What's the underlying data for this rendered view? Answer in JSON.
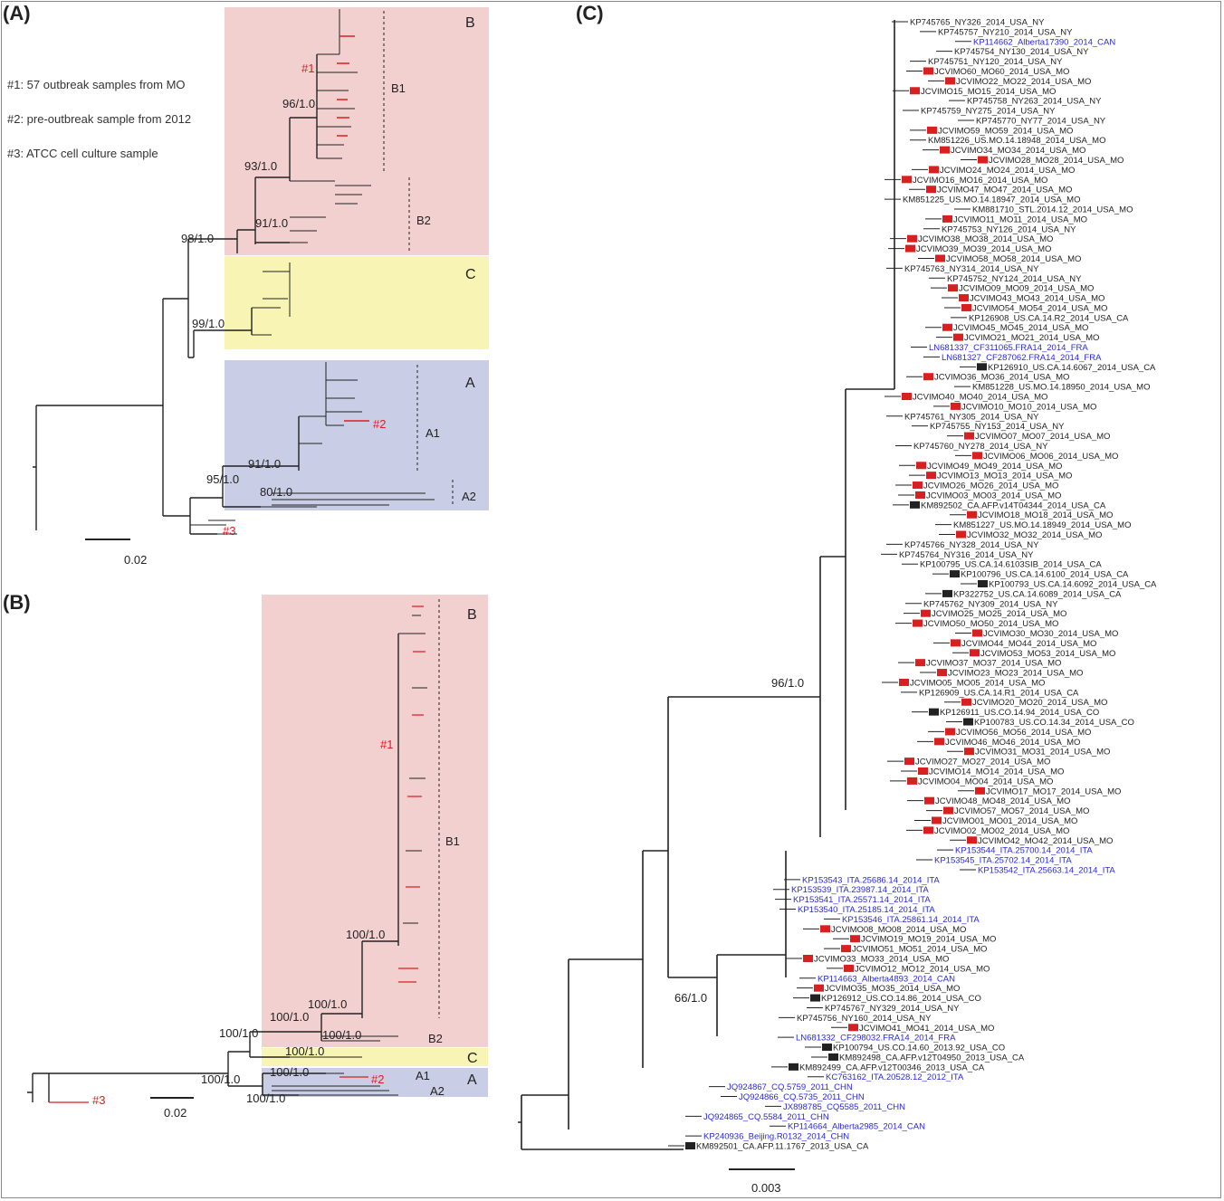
{
  "colors": {
    "clade_B": "#f2d0d0",
    "clade_C": "#f7f4b4",
    "clade_A": "#c9cde5",
    "highlight": "#d82020",
    "link_tip": "#2a2ad8",
    "tree": "#222222"
  },
  "panelA": {
    "tag": "(A)",
    "legend": [
      "#1: 57 outbreak samples from MO",
      "#2: pre-outbreak sample from 2012",
      "#3: ATCC cell culture sample"
    ],
    "clades": {
      "B": "B",
      "C": "C",
      "A": "A",
      "B1": "B1",
      "B2": "B2",
      "A1": "A1",
      "A2": "A2"
    },
    "markers": {
      "m1": "#1",
      "m2": "#2",
      "m3": "#3"
    },
    "support": {
      "s1": "96/1.0",
      "s2": "93/1.0",
      "s3": "91/1.0",
      "s4": "98/1.0",
      "s5": "99/1.0",
      "s6": "91/1.0",
      "s7": "95/1.0",
      "s8": "80/1.0"
    },
    "scale": "0.02"
  },
  "panelB": {
    "tag": "(B)",
    "clades": {
      "B": "B",
      "B1": "B1",
      "B2": "B2",
      "C": "C",
      "A1": "A1",
      "A": "A",
      "A2": "A2"
    },
    "markers": {
      "m1": "#1",
      "m2": "#2",
      "m3": "#3"
    },
    "support": {
      "s1": "100/1.0",
      "s2": "100/1.0",
      "s3": "100/1.0",
      "s4": "100/1.0",
      "s5": "100/1.0",
      "s6": "100/1.0",
      "s7": "100/1.0",
      "s8": "100/1.0",
      "s9": "100/1.0"
    },
    "scale": "0.02"
  },
  "panelC": {
    "tag": "(C)",
    "support": {
      "s1": "96/1.0",
      "s2": "66/1.0"
    },
    "scale": "0.003",
    "tips": [
      {
        "text": "KP745765_NY326_2014_USA_NY",
        "mark": "",
        "blue": false
      },
      {
        "text": "KP745757_NY210_2014_USA_NY",
        "mark": "",
        "blue": false
      },
      {
        "text": "KP114662_Alberta17390_2014_CAN",
        "mark": "",
        "blue": true
      },
      {
        "text": "KP745754_NY130_2014_USA_NY",
        "mark": "",
        "blue": false
      },
      {
        "text": "KP745751_NY120_2014_USA_NY",
        "mark": "",
        "blue": false
      },
      {
        "text": "JCVIMO60_MO60_2014_USA_MO",
        "mark": "red",
        "blue": false
      },
      {
        "text": "JCVIMO22_MO22_2014_USA_MO",
        "mark": "red",
        "blue": false
      },
      {
        "text": "JCVIMO15_MO15_2014_USA_MO",
        "mark": "red",
        "blue": false
      },
      {
        "text": "KP745758_NY263_2014_USA_NY",
        "mark": "",
        "blue": false
      },
      {
        "text": "KP745759_NY275_2014_USA_NY",
        "mark": "",
        "blue": false
      },
      {
        "text": "KP745770_NY77_2014_USA_NY",
        "mark": "",
        "blue": false
      },
      {
        "text": "JCVIMO59_MO59_2014_USA_MO",
        "mark": "red",
        "blue": false
      },
      {
        "text": "KM851226_US.MO.14.18948_2014_USA_MO",
        "mark": "",
        "blue": false
      },
      {
        "text": "JCVIMO34_MO34_2014_USA_MO",
        "mark": "red",
        "blue": false
      },
      {
        "text": "JCVIMO28_MO28_2014_USA_MO",
        "mark": "red",
        "blue": false
      },
      {
        "text": "JCVIMO24_MO24_2014_USA_MO",
        "mark": "red",
        "blue": false
      },
      {
        "text": "JCVIMO16_MO16_2014_USA_MO",
        "mark": "red",
        "blue": false
      },
      {
        "text": "JCVIMO47_MO47_2014_USA_MO",
        "mark": "red",
        "blue": false
      },
      {
        "text": "KM851225_US.MO.14.18947_2014_USA_MO",
        "mark": "",
        "blue": false
      },
      {
        "text": "KM881710_STL.2014.12_2014_USA_MO",
        "mark": "",
        "blue": false
      },
      {
        "text": "JCVIMO11_MO11_2014_USA_MO",
        "mark": "red",
        "blue": false
      },
      {
        "text": "KP745753_NY126_2014_USA_NY",
        "mark": "",
        "blue": false
      },
      {
        "text": "JCVIMO38_MO38_2014_USA_MO",
        "mark": "red",
        "blue": false
      },
      {
        "text": "JCVIMO39_MO39_2014_USA_MO",
        "mark": "red",
        "blue": false
      },
      {
        "text": "JCVIMO58_MO58_2014_USA_MO",
        "mark": "red",
        "blue": false
      },
      {
        "text": "KP745763_NY314_2014_USA_NY",
        "mark": "",
        "blue": false
      },
      {
        "text": "KP745752_NY124_2014_USA_NY",
        "mark": "",
        "blue": false
      },
      {
        "text": "JCVIMO09_MO09_2014_USA_MO",
        "mark": "red",
        "blue": false
      },
      {
        "text": "JCVIMO43_MO43_2014_USA_MO",
        "mark": "red",
        "blue": false
      },
      {
        "text": "JCVIMO54_MO54_2014_USA_MO",
        "mark": "red",
        "blue": false
      },
      {
        "text": "KP126908_US.CA.14.R2_2014_USA_CA",
        "mark": "",
        "blue": false
      },
      {
        "text": "JCVIMO45_MO45_2014_USA_MO",
        "mark": "red",
        "blue": false
      },
      {
        "text": "JCVIMO21_MO21_2014_USA_MO",
        "mark": "red",
        "blue": false
      },
      {
        "text": "LN681337_CF311065.FRA14_2014_FRA",
        "mark": "",
        "blue": true
      },
      {
        "text": "LN681327_CF287062.FRA14_2014_FRA",
        "mark": "",
        "blue": true
      },
      {
        "text": "KP126910_US.CA.14.6067_2014_USA_CA",
        "mark": "black",
        "blue": false
      },
      {
        "text": "JCVIMO36_MO36_2014_USA_MO",
        "mark": "red",
        "blue": false
      },
      {
        "text": "KM851228_US.MO.14.18950_2014_USA_MO",
        "mark": "",
        "blue": false
      },
      {
        "text": "JCVIMO40_MO40_2014_USA_MO",
        "mark": "red",
        "blue": false
      },
      {
        "text": "JCVIMO10_MO10_2014_USA_MO",
        "mark": "red",
        "blue": false
      },
      {
        "text": "KP745761_NY305_2014_USA_NY",
        "mark": "",
        "blue": false
      },
      {
        "text": "KP745755_NY153_2014_USA_NY",
        "mark": "",
        "blue": false
      },
      {
        "text": "JCVIMO07_MO07_2014_USA_MO",
        "mark": "red",
        "blue": false
      },
      {
        "text": "KP745760_NY278_2014_USA_NY",
        "mark": "",
        "blue": false
      },
      {
        "text": "JCVIMO06_MO06_2014_USA_MO",
        "mark": "red",
        "blue": false
      },
      {
        "text": "JCVIMO49_MO49_2014_USA_MO",
        "mark": "red",
        "blue": false
      },
      {
        "text": "JCVIMO13_MO13_2014_USA_MO",
        "mark": "red",
        "blue": false
      },
      {
        "text": "JCVIMO26_MO26_2014_USA_MO",
        "mark": "red",
        "blue": false
      },
      {
        "text": "JCVIMO03_MO03_2014_USA_MO",
        "mark": "red",
        "blue": false
      },
      {
        "text": "KM892502_CA.AFP.v14T04344_2014_USA_CA",
        "mark": "black",
        "blue": false
      },
      {
        "text": "JCVIMO18_MO18_2014_USA_MO",
        "mark": "red",
        "blue": false
      },
      {
        "text": "KM851227_US.MO.14.18949_2014_USA_MO",
        "mark": "",
        "blue": false
      },
      {
        "text": "JCVIMO32_MO32_2014_USA_MO",
        "mark": "red",
        "blue": false
      },
      {
        "text": "KP745766_NY328_2014_USA_NY",
        "mark": "",
        "blue": false
      },
      {
        "text": "KP745764_NY316_2014_USA_NY",
        "mark": "",
        "blue": false
      },
      {
        "text": "KP100795_US.CA.14.6103SIB_2014_USA_CA",
        "mark": "",
        "blue": false
      },
      {
        "text": "KP100796_US.CA.14.6100_2014_USA_CA",
        "mark": "black",
        "blue": false
      },
      {
        "text": "KP100793_US.CA.14.6092_2014_USA_CA",
        "mark": "black",
        "blue": false
      },
      {
        "text": "KP322752_US.CA.14.6089_2014_USA_CA",
        "mark": "black",
        "blue": false
      },
      {
        "text": "KP745762_NY309_2014_USA_NY",
        "mark": "",
        "blue": false
      },
      {
        "text": "JCVIMO25_MO25_2014_USA_MO",
        "mark": "red",
        "blue": false
      },
      {
        "text": "JCVIMO50_MO50_2014_USA_MO",
        "mark": "red",
        "blue": false
      },
      {
        "text": "JCVIMO30_MO30_2014_USA_MO",
        "mark": "red",
        "blue": false
      },
      {
        "text": "JCVIMO44_MO44_2014_USA_MO",
        "mark": "red",
        "blue": false
      },
      {
        "text": "JCVIMO53_MO53_2014_USA_MO",
        "mark": "red",
        "blue": false
      },
      {
        "text": "JCVIMO37_MO37_2014_USA_MO",
        "mark": "red",
        "blue": false
      },
      {
        "text": "JCVIMO23_MO23_2014_USA_MO",
        "mark": "red",
        "blue": false
      },
      {
        "text": "JCVIMO05_MO05_2014_USA_MO",
        "mark": "red",
        "blue": false
      },
      {
        "text": "KP126909_US.CA.14.R1_2014_USA_CA",
        "mark": "",
        "blue": false
      },
      {
        "text": "JCVIMO20_MO20_2014_USA_MO",
        "mark": "red",
        "blue": false
      },
      {
        "text": "KP126911_US.CO.14.94_2014_USA_CO",
        "mark": "black",
        "blue": false
      },
      {
        "text": "KP100783_US.CO.14.34_2014_USA_CO",
        "mark": "black",
        "blue": false
      },
      {
        "text": "JCVIMO56_MO56_2014_USA_MO",
        "mark": "red",
        "blue": false
      },
      {
        "text": "JCVIMO46_MO46_2014_USA_MO",
        "mark": "red",
        "blue": false
      },
      {
        "text": "JCVIMO31_MO31_2014_USA_MO",
        "mark": "red",
        "blue": false
      },
      {
        "text": "JCVIMO27_MO27_2014_USA_MO",
        "mark": "red",
        "blue": false
      },
      {
        "text": "JCVIMO14_MO14_2014_USA_MO",
        "mark": "red",
        "blue": false
      },
      {
        "text": "JCVIMO04_MO04_2014_USA_MO",
        "mark": "red",
        "blue": false
      },
      {
        "text": "JCVIMO17_MO17_2014_USA_MO",
        "mark": "red",
        "blue": false
      },
      {
        "text": "JCVIMO48_MO48_2014_USA_MO",
        "mark": "red",
        "blue": false
      },
      {
        "text": "JCVIMO57_MO57_2014_USA_MO",
        "mark": "red",
        "blue": false
      },
      {
        "text": "JCVIMO01_MO01_2014_USA_MO",
        "mark": "red",
        "blue": false
      },
      {
        "text": "JCVIMO02_MO02_2014_USA_MO",
        "mark": "red",
        "blue": false
      },
      {
        "text": "JCVIMO42_MO42_2014_USA_MO",
        "mark": "red",
        "blue": false
      },
      {
        "text": "KP153544_ITA.25700.14_2014_ITA",
        "mark": "",
        "blue": true
      },
      {
        "text": "KP153545_ITA.25702.14_2014_ITA",
        "mark": "",
        "blue": true
      },
      {
        "text": "KP153542_ITA.25663.14_2014_ITA",
        "mark": "",
        "blue": true
      },
      {
        "text": "KP153543_ITA.25686.14_2014_ITA",
        "mark": "",
        "blue": true
      },
      {
        "text": "KP153539_ITA.23987.14_2014_ITA",
        "mark": "",
        "blue": true
      },
      {
        "text": "KP153541_ITA.25571.14_2014_ITA",
        "mark": "",
        "blue": true
      },
      {
        "text": "KP153540_ITA.25185.14_2014_ITA",
        "mark": "",
        "blue": true
      },
      {
        "text": "KP153546_ITA.25861.14_2014_ITA",
        "mark": "",
        "blue": true
      },
      {
        "text": "JCVIMO08_MO08_2014_USA_MO",
        "mark": "red",
        "blue": false
      },
      {
        "text": "JCVIMO19_MO19_2014_USA_MO",
        "mark": "red",
        "blue": false
      },
      {
        "text": "JCVIMO51_MO51_2014_USA_MO",
        "mark": "red",
        "blue": false
      },
      {
        "text": "JCVIMO33_MO33_2014_USA_MO",
        "mark": "red",
        "blue": false
      },
      {
        "text": "JCVIMO12_MO12_2014_USA_MO",
        "mark": "red",
        "blue": false
      },
      {
        "text": "KP114663_Alberta4893_2014_CAN",
        "mark": "",
        "blue": true
      },
      {
        "text": "JCVIMO35_MO35_2014_USA_MO",
        "mark": "red",
        "blue": false
      },
      {
        "text": "KP126912_US.CO.14.86_2014_USA_CO",
        "mark": "black",
        "blue": false
      },
      {
        "text": "KP745767_NY329_2014_USA_NY",
        "mark": "",
        "blue": false
      },
      {
        "text": "KP745756_NY160_2014_USA_NY",
        "mark": "",
        "blue": false
      },
      {
        "text": "JCVIMO41_MO41_2014_USA_MO",
        "mark": "red",
        "blue": false
      },
      {
        "text": "LN681332_CF298032.FRA14_2014_FRA",
        "mark": "",
        "blue": true
      },
      {
        "text": "KP100794_US.CO.14.60_2013.92_USA_CO",
        "mark": "black",
        "blue": false
      },
      {
        "text": "KM892498_CA.AFP.v12T04950_2013_USA_CA",
        "mark": "black",
        "blue": false
      },
      {
        "text": "KM892499_CA.AFP.v12T00346_2013_USA_CA",
        "mark": "black",
        "blue": false
      },
      {
        "text": "KC763162_ITA.20528.12_2012_ITA",
        "mark": "",
        "blue": true
      },
      {
        "text": "JQ924867_CQ.5759_2011_CHN",
        "mark": "",
        "blue": true
      },
      {
        "text": "JQ924866_CQ.5735_2011_CHN",
        "mark": "",
        "blue": true
      },
      {
        "text": "JX898785_CQ5585_2011_CHN",
        "mark": "",
        "blue": true
      },
      {
        "text": "JQ924865_CQ.5584_2011_CHN",
        "mark": "",
        "blue": true
      },
      {
        "text": "KP114664_Alberta2985_2014_CAN",
        "mark": "",
        "blue": true
      },
      {
        "text": "KP240936_Beijing.R0132_2014_CHN",
        "mark": "",
        "blue": true
      },
      {
        "text": "KM892501_CA.AFP.11.1767_2013_USA_CA",
        "mark": "black",
        "blue": false
      }
    ]
  }
}
